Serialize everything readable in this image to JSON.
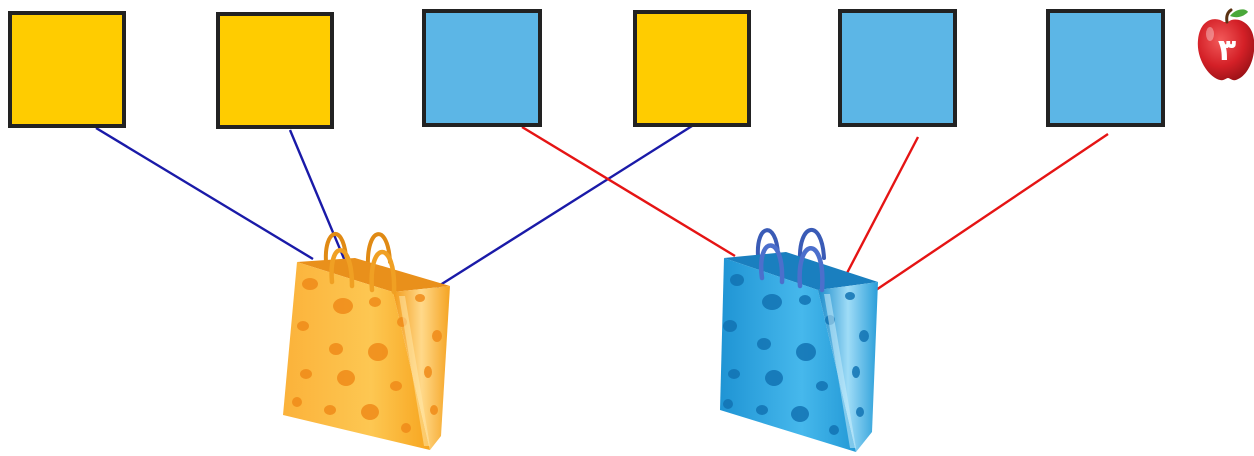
{
  "colors": {
    "yellow": "#ffcc00",
    "blue": "#5cb6e6",
    "square_border": "#222222",
    "line_blue": "#1a1aa8",
    "line_red": "#e51414",
    "apple_red": "#d8242a",
    "bag_yellow": "#fbb425",
    "bag_blue": "#2aa4de"
  },
  "squares": [
    {
      "id": 1,
      "color": "yellow"
    },
    {
      "id": 2,
      "color": "yellow"
    },
    {
      "id": 3,
      "color": "blue"
    },
    {
      "id": 4,
      "color": "yellow"
    },
    {
      "id": 5,
      "color": "blue"
    },
    {
      "id": 6,
      "color": "blue"
    }
  ],
  "bags": [
    {
      "id": "yellow",
      "color": "yellow"
    },
    {
      "id": "blue",
      "color": "blue"
    }
  ],
  "connections": [
    {
      "from": 1,
      "to": "yellow",
      "line_color": "line_blue"
    },
    {
      "from": 2,
      "to": "yellow",
      "line_color": "line_blue"
    },
    {
      "from": 4,
      "to": "yellow",
      "line_color": "line_blue"
    },
    {
      "from": 3,
      "to": "blue",
      "line_color": "line_red"
    },
    {
      "from": 5,
      "to": "blue",
      "line_color": "line_red"
    },
    {
      "from": 6,
      "to": "blue",
      "line_color": "line_red"
    }
  ],
  "page_badge": {
    "icon": "apple-icon",
    "number": "٣"
  }
}
